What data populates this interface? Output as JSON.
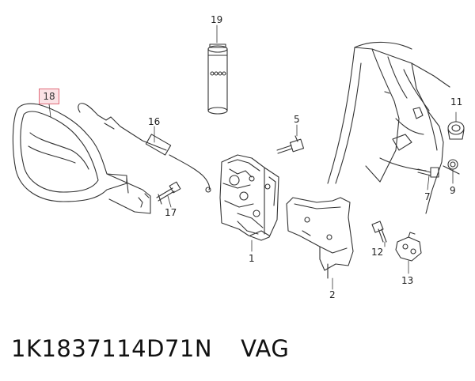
{
  "callouts": {
    "n1": "1",
    "n2": "2",
    "n5": "5",
    "n7": "7",
    "n9": "9",
    "n11": "11",
    "n12": "12",
    "n13": "13",
    "n16": "16",
    "n17": "17",
    "n18": "18",
    "n19": "19"
  },
  "footer": {
    "part_number": "1K1837114D71N",
    "brand": "VAG"
  },
  "colors": {
    "line": "#333333",
    "highlight_border": "#e06b7a",
    "highlight_fill": "#fbe3e6"
  }
}
